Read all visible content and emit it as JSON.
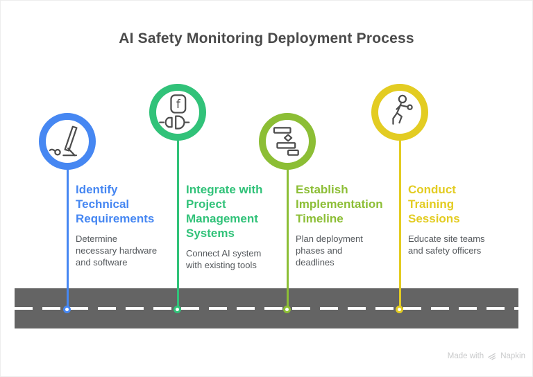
{
  "title": "AI Safety Monitoring Deployment Process",
  "steps": [
    {
      "title": "Identify\nTechnical\nRequirements",
      "description": "Determine\nnecessary hardware\nand software",
      "color": "#4687F2",
      "icon": "workstation-icon"
    },
    {
      "title": "Integrate with\nProject\nManagement\nSystems",
      "description": "Connect AI system\nwith existing tools",
      "color": "#31C279",
      "icon": "function-plug-icon"
    },
    {
      "title": "Establish\nImplementation\nTimeline",
      "description": "Plan deployment\nphases and\ndeadlines",
      "color": "#8CBE35",
      "icon": "gantt-timeline-icon"
    },
    {
      "title": "Conduct\nTraining\nSessions",
      "description": "Educate site teams\nand safety officers",
      "color": "#E3CC22",
      "icon": "training-person-icon"
    }
  ],
  "road": {
    "color": "#646464",
    "lane_line_color": "#FFFFFF"
  },
  "footer": {
    "made_with": "Made with",
    "brand": "Napkin"
  }
}
